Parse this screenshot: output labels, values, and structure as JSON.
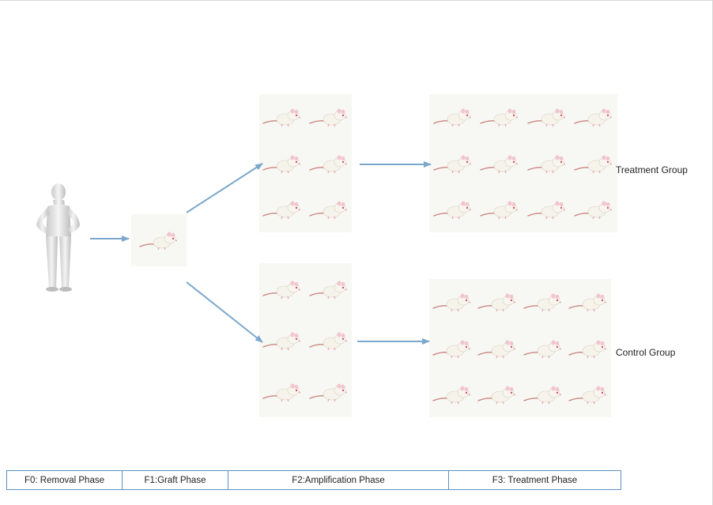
{
  "diagram": {
    "groups": {
      "treatment_label": "Treatment Group",
      "control_label": "Control Group"
    },
    "phases": [
      {
        "label": "F0: Removal Phase"
      },
      {
        "label": "F1:Graft Phase"
      },
      {
        "label": "F2:Amplification Phase"
      },
      {
        "label": "F3: Treatment Phase"
      }
    ],
    "counts": {
      "f1_rats": 1,
      "f2_treatment_rats": 6,
      "f2_control_rats": 6,
      "f3_treatment_rats": 12,
      "f3_control_rats": 12
    },
    "icons": {
      "human": "human-figure-icon",
      "rat": "white-rat-icon"
    },
    "colors": {
      "arrow": "#7ba7cc",
      "phase_border": "#5d8fc1",
      "box_bg": "#f7f7f4"
    }
  }
}
